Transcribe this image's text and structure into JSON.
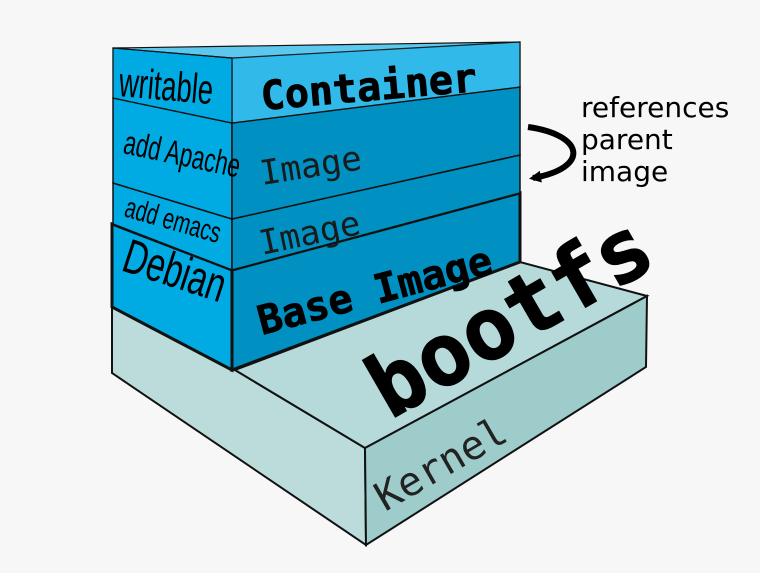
{
  "layers": {
    "writable": {
      "side_label": "writable",
      "face_label": "Container"
    },
    "apache": {
      "side_label": "add Apache",
      "face_label": "Image"
    },
    "emacs": {
      "side_label": "add emacs",
      "face_label": "Image"
    },
    "debian": {
      "side_label": "Debian",
      "face_label": "Base Image"
    },
    "kernel": {
      "top_label": "bootfs",
      "face_label": "Kernel"
    }
  },
  "annotation": {
    "lines": [
      "references",
      "parent",
      "image"
    ]
  },
  "colors": {
    "kernel_top": "#b6dad9",
    "kernel_front": "#a7d1d0",
    "kernel_left": "#bcdcdb",
    "layer_side": "#00aae3",
    "layer_front": "#0090c2",
    "container_front": "#2eb9e9",
    "container_top": "#5cc8ee"
  }
}
